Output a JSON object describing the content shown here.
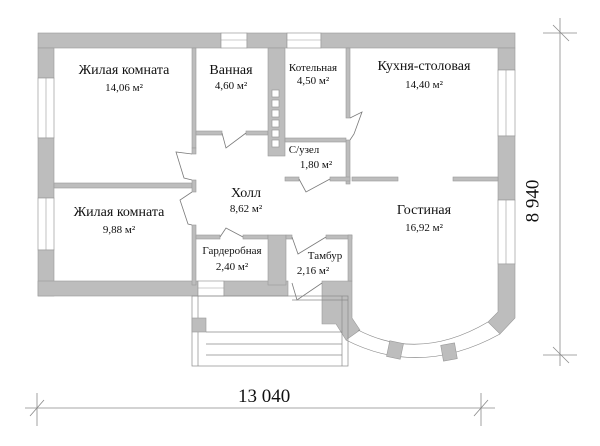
{
  "plan": {
    "rooms": [
      {
        "name": "Жилая комната",
        "area": "14,06 м²"
      },
      {
        "name": "Ванная",
        "area": "4,60 м²"
      },
      {
        "name": "Котельная",
        "area": "4,50 м²"
      },
      {
        "name": "Кухня-столовая",
        "area": "14,40 м²"
      },
      {
        "name": "С/узел",
        "area": "1,80 м²"
      },
      {
        "name": "Холл",
        "area": "8,62 м²"
      },
      {
        "name": "Жилая комната",
        "area": "9,88 м²"
      },
      {
        "name": "Гостиная",
        "area": "16,92 м²"
      },
      {
        "name": "Гардеробная",
        "area": "2,40 м²"
      },
      {
        "name": "Тамбур",
        "area": "2,16 м²"
      }
    ],
    "dimensions": {
      "width": "13 040",
      "height": "8 940"
    },
    "colors": {
      "wall": "#bdbdbd",
      "line": "#9a9a9a",
      "background": "#ffffff"
    }
  }
}
